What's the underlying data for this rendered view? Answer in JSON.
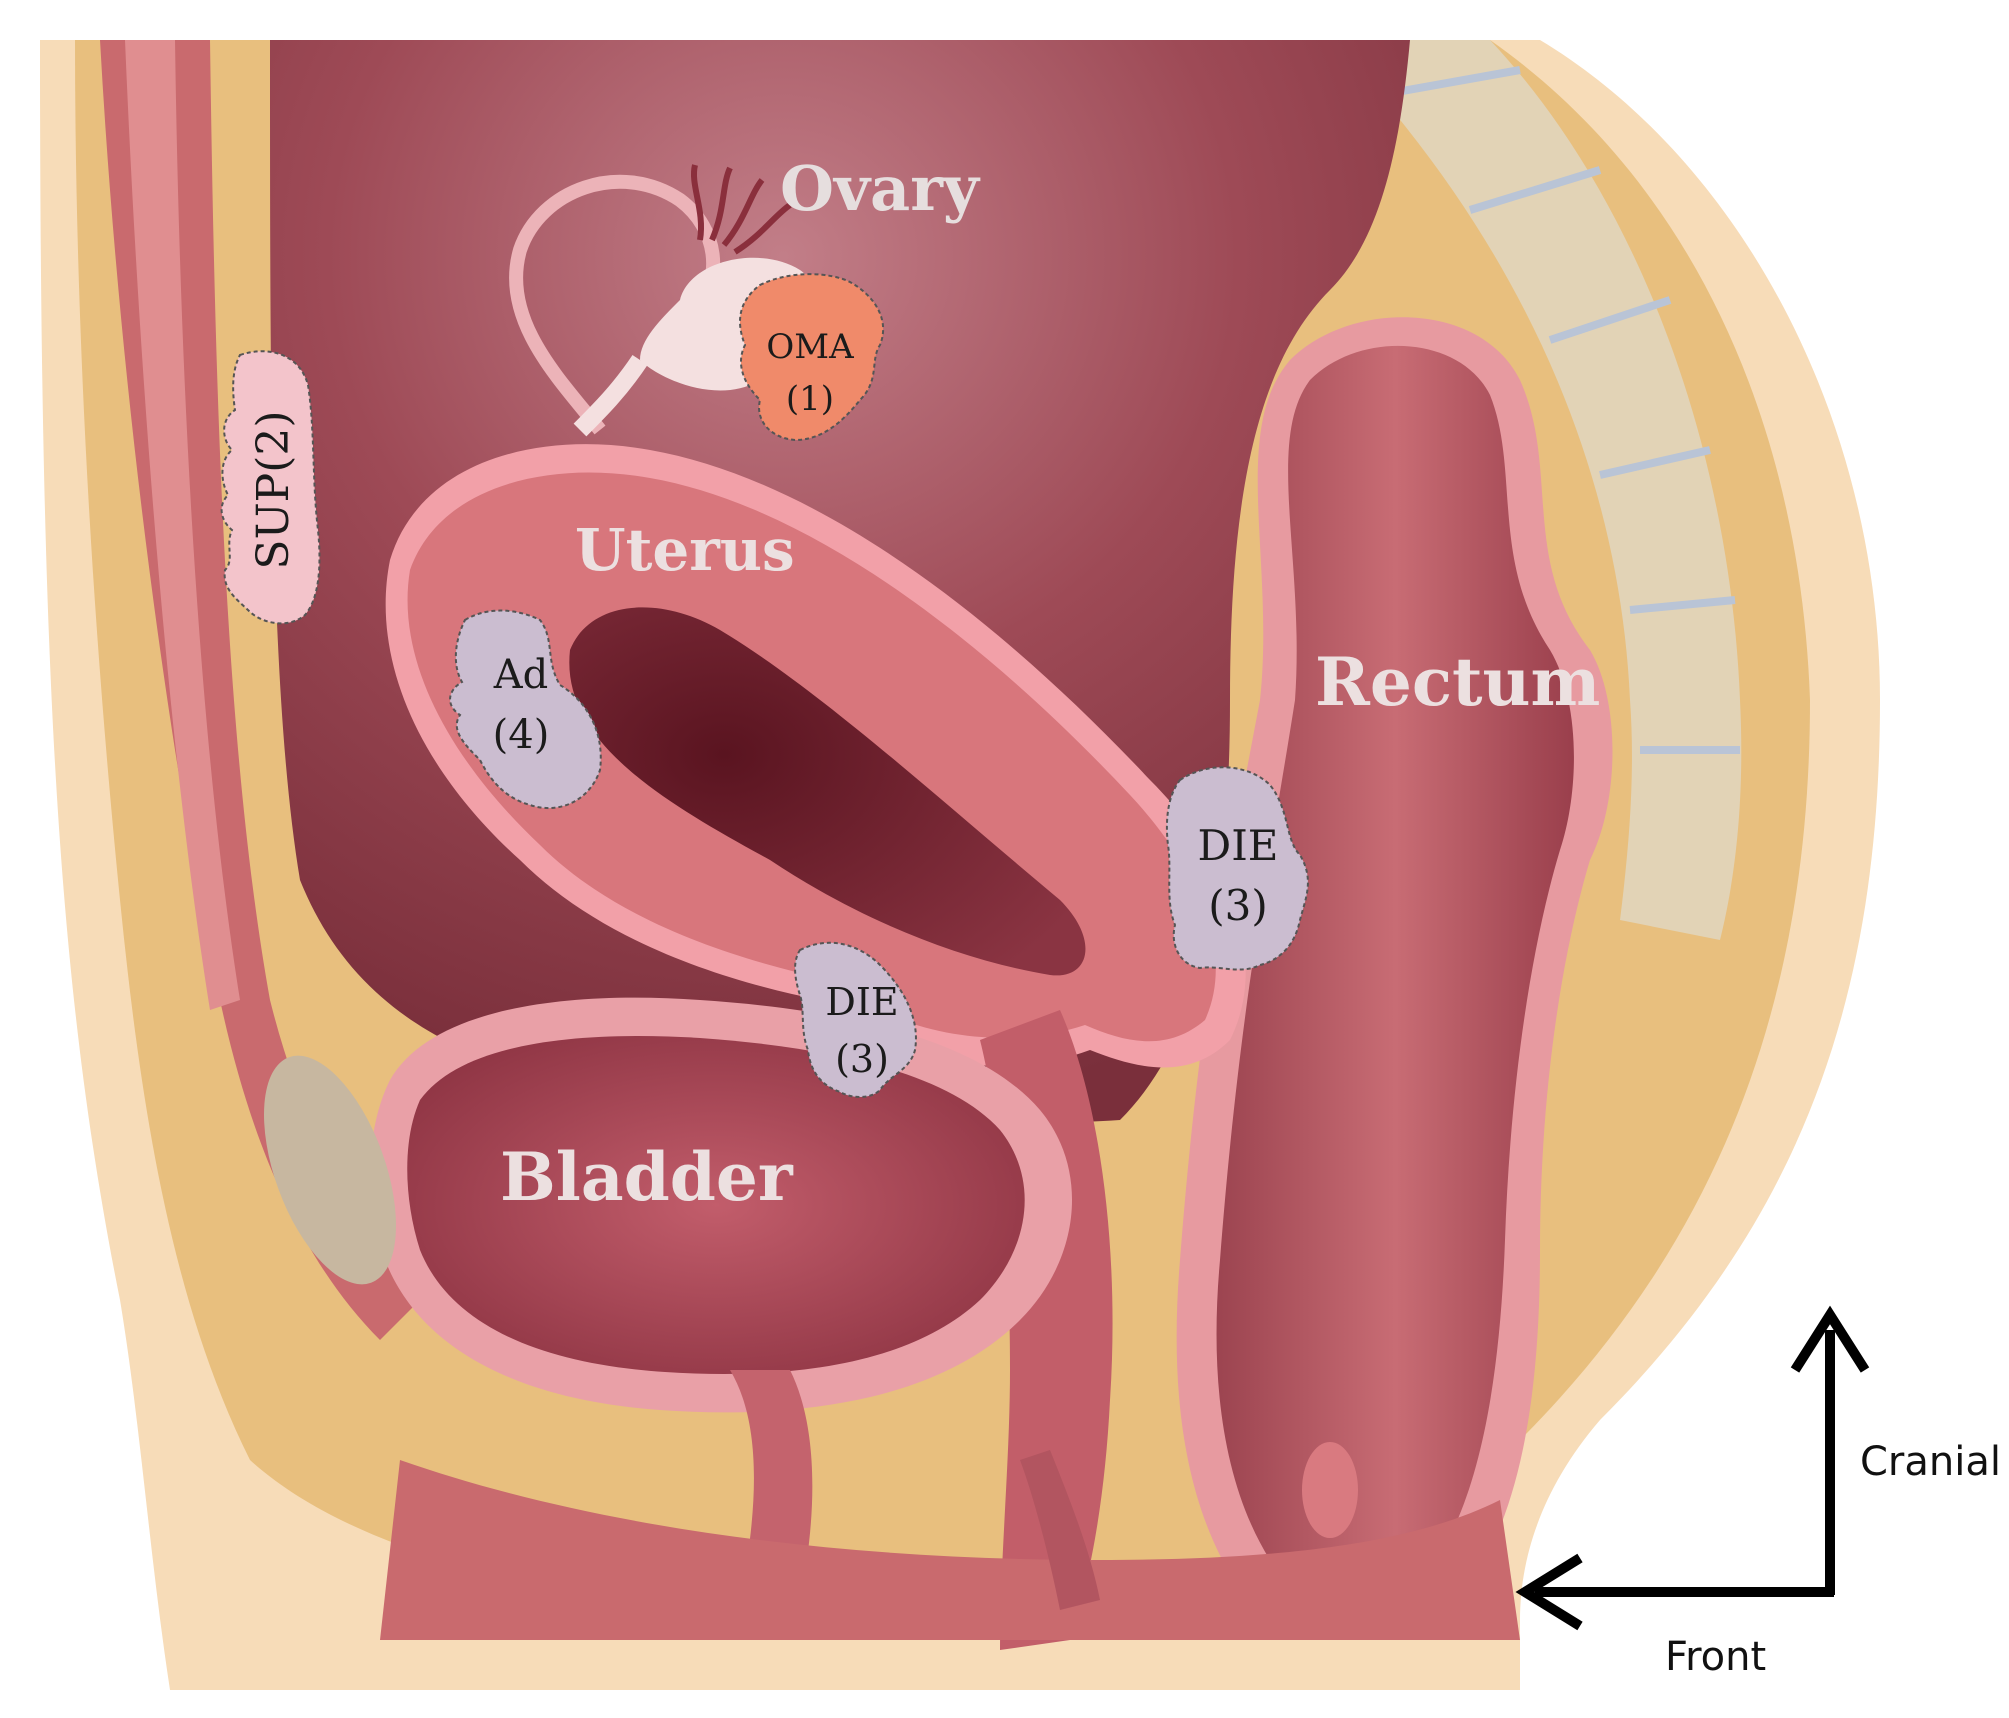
{
  "organs": {
    "ovary": "Ovary",
    "uterus": "Uterus",
    "rectum": "Rectum",
    "bladder": "Bladder"
  },
  "lesions": {
    "oma": {
      "name": "OMA",
      "number": "(1)"
    },
    "sup": {
      "text": "SUP(2)"
    },
    "ad": {
      "name": "Ad",
      "number": "(4)"
    },
    "die_posterior": {
      "name": "DIE",
      "number": "(3)"
    },
    "die_anterior": {
      "name": "DIE",
      "number": "(3)"
    }
  },
  "orientation": {
    "cranial": "Cranial",
    "front": "Front"
  },
  "colors": {
    "skin": "#f7dcb8",
    "fat": "#e8bf7e",
    "cavity": "#8e3b47",
    "muscle": "#c96a6e",
    "lining": "#f1a7ae",
    "oma_lesion": "#f08a6a",
    "sup_lesion": "#f3c4cb",
    "die_lesion": "#cbbdd0",
    "label_light": "#e9e1e1",
    "bone": "#e2d3b6"
  }
}
